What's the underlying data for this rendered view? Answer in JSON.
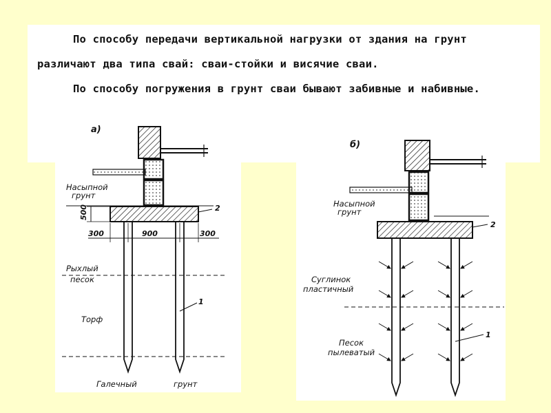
{
  "text": {
    "line1": "По способу передачи вертикальной нагрузки от здания на грунт",
    "line2": "различают два типа свай: сваи-стойки  и висячие сваи.",
    "line3": "По способу погружения в грунт  сваи бывают забивные и набивные."
  },
  "figure_a": {
    "tag": "а)",
    "fill_soil": [
      "Насыпной",
      "грунт"
    ],
    "dim_vertical": "500",
    "dim_left": "300",
    "dim_middle": "900",
    "dim_right": "300",
    "loose_sand": [
      "Рыхлый",
      "песок"
    ],
    "peat": "Торф",
    "pebble": "Галечный",
    "soil": "грунт",
    "pile_marker": "1",
    "grillage_marker": "2"
  },
  "figure_b": {
    "tag": "б)",
    "fill_soil": [
      "Насыпной",
      "грунт"
    ],
    "loam": [
      "Суглинок",
      "пластичный"
    ],
    "dusty_sand": [
      "Песок",
      "пылеватый"
    ],
    "pile_marker": "1",
    "grillage_marker": "2"
  }
}
